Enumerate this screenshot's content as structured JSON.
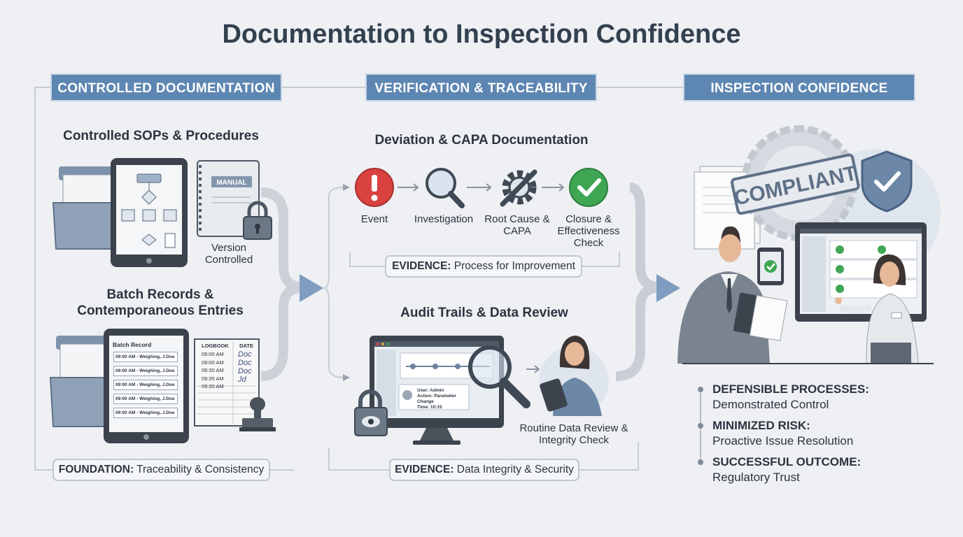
{
  "title": "Documentation to Inspection Confidence",
  "headers": {
    "controlled": "CONTROLLED DOCUMENTATION",
    "verification": "VERIFICATION & TRACEABILITY",
    "inspection": "INSPECTION CONFIDENCE"
  },
  "controlled": {
    "sops_title": "Controlled SOPs & Procedures",
    "manual_label": "MANUAL",
    "version_label": "Version Controlled",
    "batch_title": "Batch Records & Contemporaneous Entries",
    "batch_record_header": "Batch Record",
    "batch_entries": [
      "09:00 AM - Weighing, J.Doe",
      "09:00 AM - Weighing, J.Doe",
      "09:00 AM - Weighing, J.Doe",
      "09:00 AM - Weighing, J.Doe",
      "09:00 AM - Weighing, J.Doe"
    ],
    "logbook": {
      "col1": "LOGBOOK",
      "col2": "DATE",
      "times": [
        "09:00 AM",
        "09:00 AM",
        "09:30 AM",
        "09:35 AM",
        "09:35 AM"
      ]
    },
    "foundation_key": "FOUNDATION:",
    "foundation_value": "Traceability & Consistency"
  },
  "verification": {
    "deviation_title": "Deviation & CAPA Documentation",
    "steps": [
      "Event",
      "Investigation",
      "Root Cause & CAPA",
      "Closure & Effectiveness Check"
    ],
    "evidence1_key": "EVIDENCE:",
    "evidence1_value": "Process for Improvement",
    "audit_title": "Audit Trails & Data Review",
    "audit_user": "User: Admin",
    "audit_action": "Action: Parameter Change",
    "audit_time": "Time: 10:15",
    "review_label": "Routine Data Review & Integrity Check",
    "evidence2_key": "EVIDENCE:",
    "evidence2_value": "Data Integrity & Security"
  },
  "inspection": {
    "stamp": "COMPLIANT",
    "outcomes": [
      {
        "title": "DEFENSIBLE PROCESSES:",
        "desc": "Demonstrated Control"
      },
      {
        "title": "MINIMIZED RISK:",
        "desc": "Proactive Issue Resolution"
      },
      {
        "title": "SUCCESSFUL OUTCOME:",
        "desc": "Regulatory Trust"
      }
    ]
  },
  "colors": {
    "header_bg": "#5d86b2",
    "event_red": "#d9423f",
    "closure_green": "#3fa654",
    "icon_gray": "#6f7c8b"
  },
  "icons": [
    "folder-icon",
    "tablet-icon",
    "manual-icon",
    "lock-icon",
    "stamp-icon",
    "alert-icon",
    "magnifier-icon",
    "gear-wrench-icon",
    "checkmark-icon",
    "monitor-icon",
    "person-icon",
    "shield-icon",
    "compliant-stamp-icon"
  ]
}
